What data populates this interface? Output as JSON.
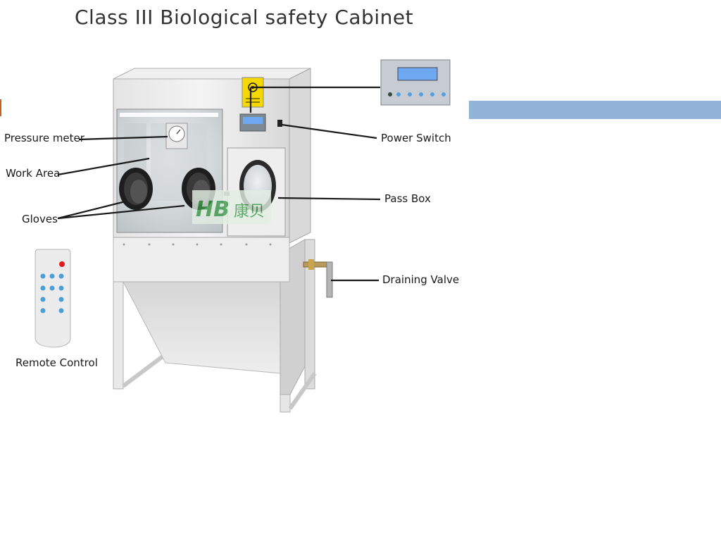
{
  "title": "Class III Biological safety Cabinet",
  "labels": {
    "pressure_meter": "Pressure meter",
    "work_area": "Work Area",
    "gloves": "Gloves",
    "remote_control": "Remote Control",
    "power_switch": "Power Switch",
    "pass_box": "Pass Box",
    "draining_valve": "Draining Valve"
  },
  "logo_text": "HB 康贝",
  "colors": {
    "accent_bar": "#92b4d8",
    "left_mark": "#c0602a",
    "lcd": "#6ea8f0"
  }
}
